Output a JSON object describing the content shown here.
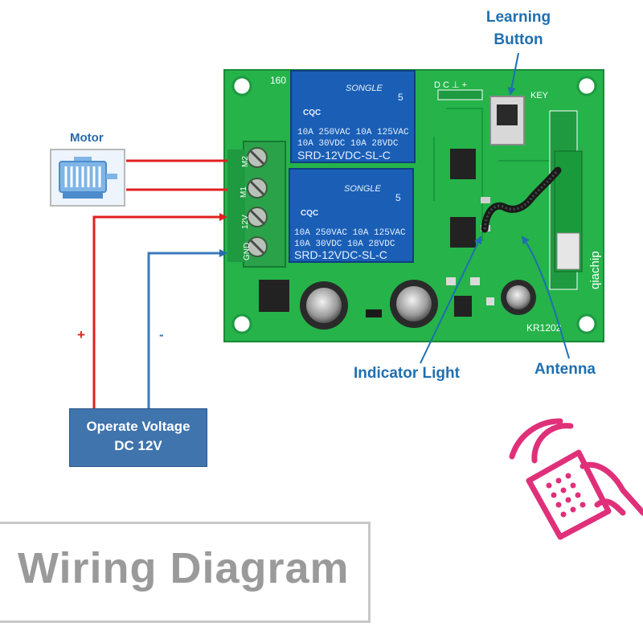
{
  "callouts": {
    "learning_button": [
      "Learning",
      "Button"
    ],
    "indicator_light": "Indicator Light",
    "antenna": "Antenna",
    "motor": "Motor"
  },
  "power_supply": {
    "line1": "Operate Voltage",
    "line2": "DC 12V",
    "positive": "+",
    "negative": "-"
  },
  "title": "Wiring Diagram",
  "board": {
    "corner_mark": "160",
    "header_pins": "D C ⊥ +",
    "key_label": "KEY",
    "model": "KR1202",
    "brand": "qiachip",
    "terminal_labels": [
      "M2",
      "M1",
      "12V",
      "GND"
    ],
    "relays": [
      {
        "brand": "SONGLE",
        "num": "5",
        "cert": "CQC",
        "spec1": "10A 250VAC  10A 125VAC",
        "spec2": "10A  30VDC  10A  28VDC",
        "model": "SRD-12VDC-SL-C"
      },
      {
        "brand": "SONGLE",
        "num": "5",
        "cert": "CQC",
        "spec1": "10A 250VAC  10A 125VAC",
        "spec2": "10A  30VDC  10A  28VDC",
        "model": "SRD-12VDC-SL-C"
      }
    ]
  },
  "colors": {
    "board": "#25b34a",
    "relay": "#1a5fb5",
    "wire_positive": "#e02020",
    "wire_negative": "#3a7ab8",
    "callout": "#1f6fb0",
    "remote_icon": "#e0307a"
  },
  "icons": [
    "motor-icon",
    "remote-control-icon"
  ]
}
